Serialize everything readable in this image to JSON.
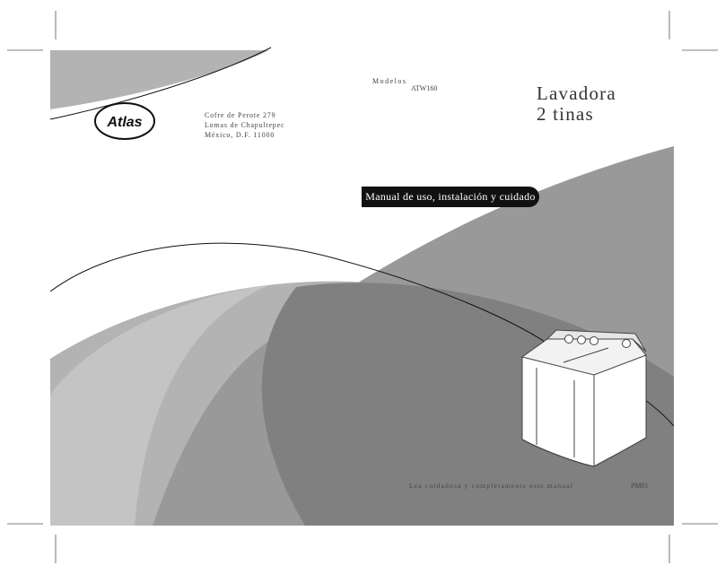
{
  "brand": {
    "logo_text": "Atlas"
  },
  "address": {
    "line1": "Cofre de Perote 279",
    "line2": "Lomas de Chapultepec",
    "line3": "México, D.F. 11000"
  },
  "models": {
    "label": "Modelos",
    "number": "ATW160"
  },
  "title": {
    "line1": "Lavadora",
    "line2": "2 tinas"
  },
  "banner": {
    "text": "Manual de uso, instalación y cuidado"
  },
  "footer": {
    "note": "Lea cuidadosa y completamente este manual",
    "code": "PM01"
  },
  "colors": {
    "light_gray": "#b3b3b3",
    "mid_gray": "#9a9a9a",
    "dark_gray": "#808080",
    "banner": "#111111"
  },
  "icons": [
    "crop-marks",
    "atlas-logo",
    "twin-tub-washer-illustration"
  ]
}
